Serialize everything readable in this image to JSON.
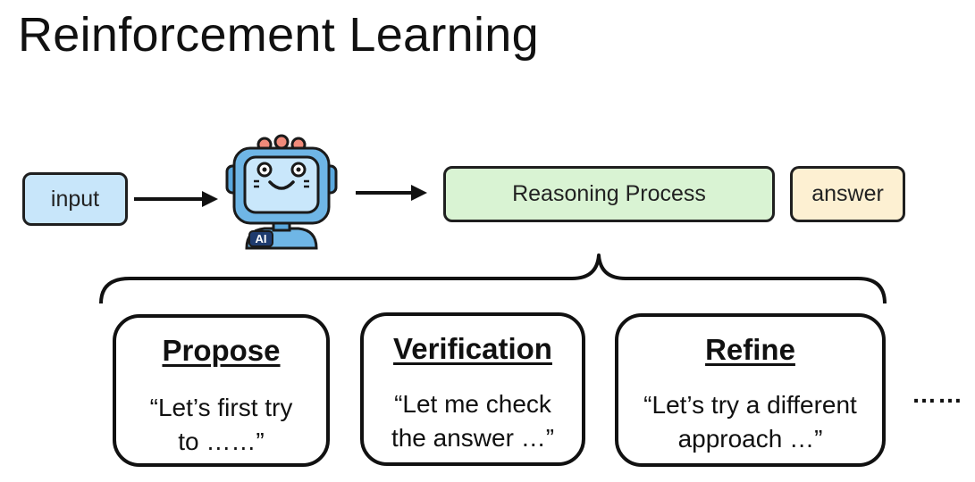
{
  "title": "Reinforcement Learning",
  "pipeline": {
    "input_label": "input",
    "robot_badge": "AI",
    "reasoning_label": "Reasoning Process",
    "answer_label": "answer"
  },
  "steps": [
    {
      "heading": "Propose",
      "line1": "“Let’s first try",
      "line2": "to ……”"
    },
    {
      "heading": "Verification",
      "line1": "“Let me check",
      "line2": "the answer …”"
    },
    {
      "heading": "Refine",
      "line1": "“Let’s try a different",
      "line2": "approach …”"
    }
  ],
  "more_indicator": "……",
  "colors": {
    "input_fill": "#c8e6fa",
    "reasoning_fill": "#d9f3d3",
    "answer_fill": "#fdf0d2",
    "robot_body": "#6fb6e6",
    "robot_screen": "#c9e7fb",
    "robot_antenna": "#f08a7a"
  }
}
